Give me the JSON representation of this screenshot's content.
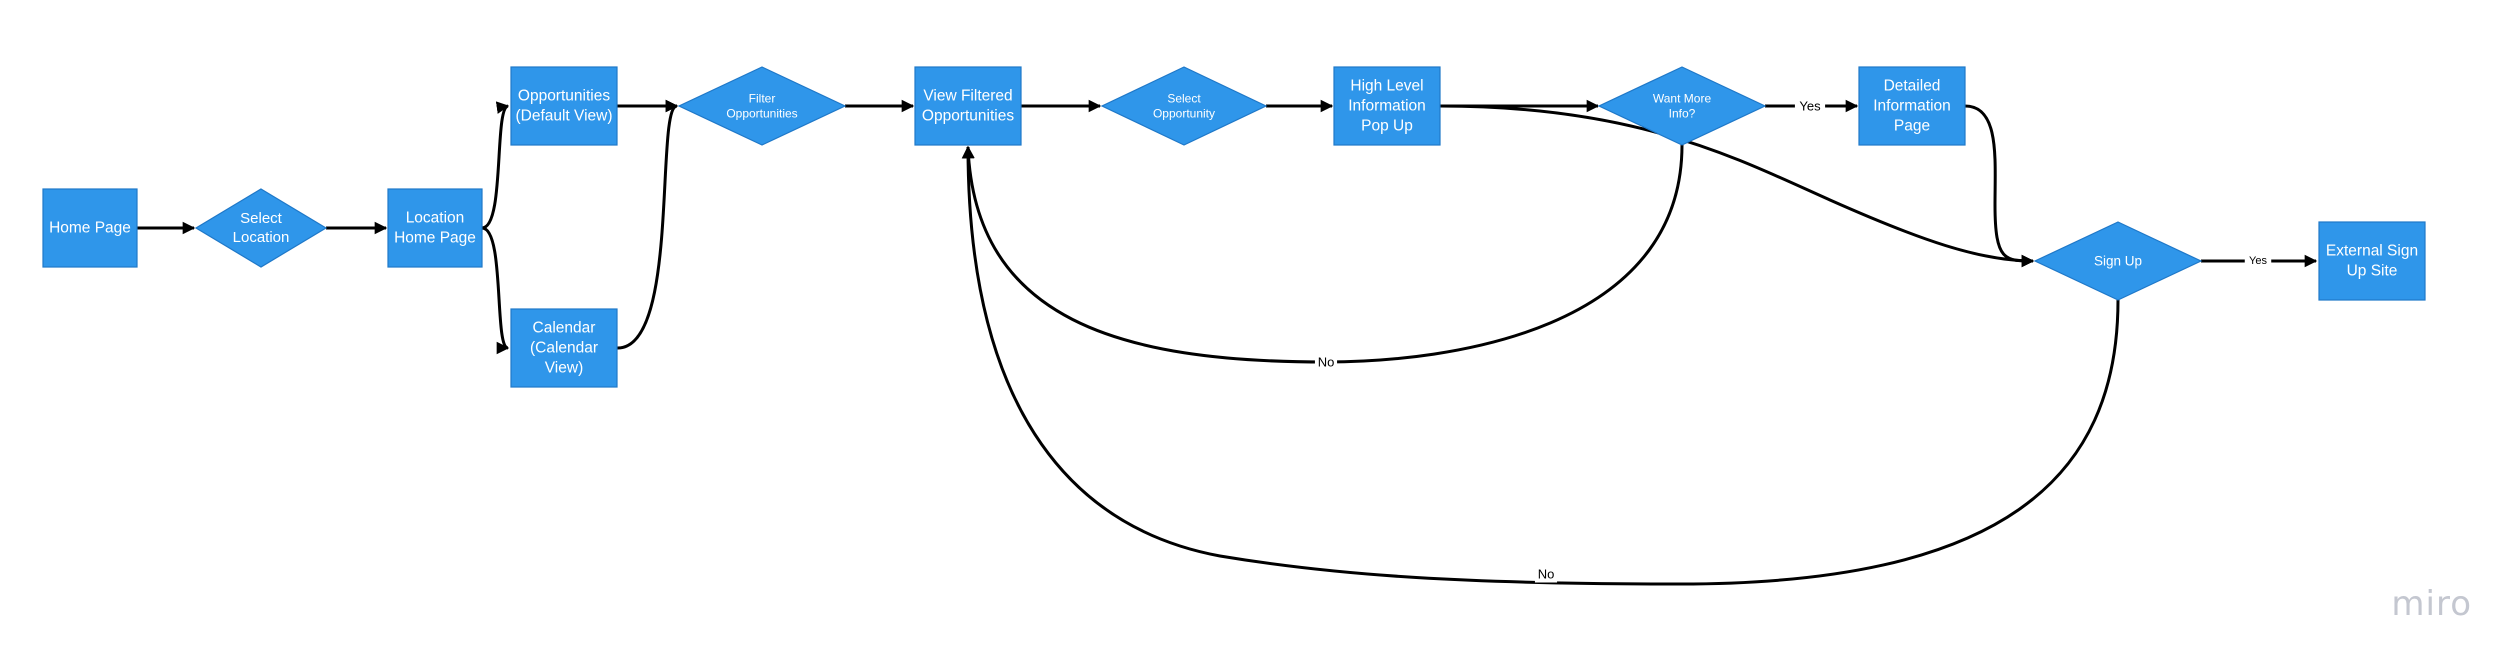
{
  "colors": {
    "node_fill": "#2f96ea",
    "node_stroke": "#1f78c8",
    "edge": "#000000",
    "text": "#ffffff"
  },
  "nodes": {
    "home_page": {
      "shape": "rect",
      "lines": [
        "Home Page"
      ]
    },
    "select_location": {
      "shape": "diamond",
      "lines": [
        "Select",
        "Location"
      ]
    },
    "location_home_page": {
      "shape": "rect",
      "lines": [
        "Location",
        "Home Page"
      ]
    },
    "opportunities_default": {
      "shape": "rect",
      "lines": [
        "Opportunities",
        "(Default View)"
      ]
    },
    "calendar_view": {
      "shape": "rect",
      "lines": [
        "Calendar",
        "(Calendar",
        "View)"
      ]
    },
    "filter_opportunities": {
      "shape": "diamond",
      "lines": [
        "Filter",
        "Opportunities"
      ]
    },
    "view_filtered": {
      "shape": "rect",
      "lines": [
        "View Filtered",
        "Opportunities"
      ]
    },
    "select_opportunity": {
      "shape": "diamond",
      "lines": [
        "Select",
        "Opportunity"
      ]
    },
    "high_level_popup": {
      "shape": "rect",
      "lines": [
        "High Level",
        "Information",
        "Pop Up"
      ]
    },
    "want_more_info": {
      "shape": "diamond",
      "lines": [
        "Want More",
        "Info?"
      ]
    },
    "detailed_info_page": {
      "shape": "rect",
      "lines": [
        "Detailed",
        "Information",
        "Page"
      ]
    },
    "sign_up": {
      "shape": "diamond",
      "lines": [
        "Sign Up"
      ]
    },
    "external_signup": {
      "shape": "rect",
      "lines": [
        "External Sign",
        "Up Site"
      ]
    }
  },
  "edges": [
    {
      "id": "home-to-select-location",
      "from": "home_page",
      "to": "select_location",
      "label": ""
    },
    {
      "id": "select-location-to-location-home",
      "from": "select_location",
      "to": "location_home_page",
      "label": ""
    },
    {
      "id": "location-home-to-opportunities",
      "from": "location_home_page",
      "to": "opportunities_default",
      "label": ""
    },
    {
      "id": "location-home-to-calendar",
      "from": "location_home_page",
      "to": "calendar_view",
      "label": ""
    },
    {
      "id": "opportunities-to-filter",
      "from": "opportunities_default",
      "to": "filter_opportunities",
      "label": ""
    },
    {
      "id": "calendar-to-filter",
      "from": "calendar_view",
      "to": "filter_opportunities",
      "label": ""
    },
    {
      "id": "filter-to-view-filtered",
      "from": "filter_opportunities",
      "to": "view_filtered",
      "label": ""
    },
    {
      "id": "view-filtered-to-select-opportunity",
      "from": "view_filtered",
      "to": "select_opportunity",
      "label": ""
    },
    {
      "id": "select-opportunity-to-popup",
      "from": "select_opportunity",
      "to": "high_level_popup",
      "label": ""
    },
    {
      "id": "popup-to-want-more-info",
      "from": "high_level_popup",
      "to": "want_more_info",
      "label": ""
    },
    {
      "id": "want-more-info-yes",
      "from": "want_more_info",
      "to": "detailed_info_page",
      "label": "Yes"
    },
    {
      "id": "want-more-info-no",
      "from": "want_more_info",
      "to": "view_filtered",
      "label": "No"
    },
    {
      "id": "popup-to-sign-up",
      "from": "high_level_popup",
      "to": "sign_up",
      "label": ""
    },
    {
      "id": "detailed-to-sign-up",
      "from": "detailed_info_page",
      "to": "sign_up",
      "label": ""
    },
    {
      "id": "sign-up-yes",
      "from": "sign_up",
      "to": "external_signup",
      "label": "Yes"
    },
    {
      "id": "sign-up-no",
      "from": "sign_up",
      "to": "view_filtered",
      "label": "No"
    }
  ],
  "watermark": "miro"
}
